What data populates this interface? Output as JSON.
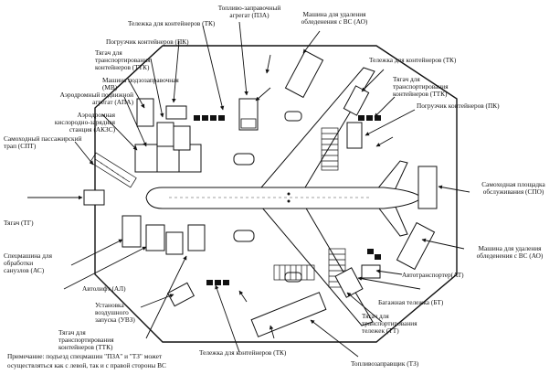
{
  "labels": {
    "top_fuel": "Топливо-заправочный\nагрегат (ПЗА)",
    "top_deicing": "Машина для удаления\nобледенения с ВС (АО)",
    "cart_containers_tl": "Тележка для контейнеров (ТК)",
    "loader_containers_l": "Погрузчик контейнеров (ПК)",
    "tug_transport_l": "Тягач для\nтранспортирования\nконтейнеров (ТТК)",
    "water_truck": "Машина подзозаправочная\n(МВ)",
    "airfield_power": "Аэродромный подвижной\nагрегат (АПА)",
    "oxygen_station": "Аэродромная\nкислородно-зарядная\nстанция (АКЗС)",
    "passenger_stairs": "Самоходный пассажирский\nтрап (СПТ)",
    "cart_containers_r": "Тележка для контейнеров (ТК)",
    "tug_transport_r": "Тягач для\nтранспортирования\nконтейнеров (ТТК)",
    "loader_containers_r": "Погрузчик контейнеров (ПК)",
    "service_platform": "Самоходная площадка\nобслуживания (СПО)",
    "tug_tg": "Тягач (ТГ)",
    "sewage_truck": "Спецмашина для\nобработки\nсанузлов (АС)",
    "autolift": "Автолифт (АЛ)",
    "air_start": "Установка\nвоздушного\nзапуска (УВЗ)",
    "tug_transport_bl": "Тягач для\nтранспортирования\nконтейнеров (ТТК)",
    "cart_containers_b": "Тележка для контейнеров (ТК)",
    "deicing_r": "Машина для удаления\nобледенения с ВС (АО)",
    "auto_transporter": "Автотранспортер(АТ)",
    "baggage_cart": "Багажная тележка (БТ)",
    "tug_carts": "Тягач для\nтранспортирования\nтележек (ТТ)",
    "fuel_tanker": "Топливозаправщик (ТЗ)"
  },
  "note": {
    "line1": "Примечание: подъезд спецмашин \"ПЗА\" и \"ТЗ\" может",
    "line2": "осуществляться как с левой, так и с правой стороны ВС"
  }
}
